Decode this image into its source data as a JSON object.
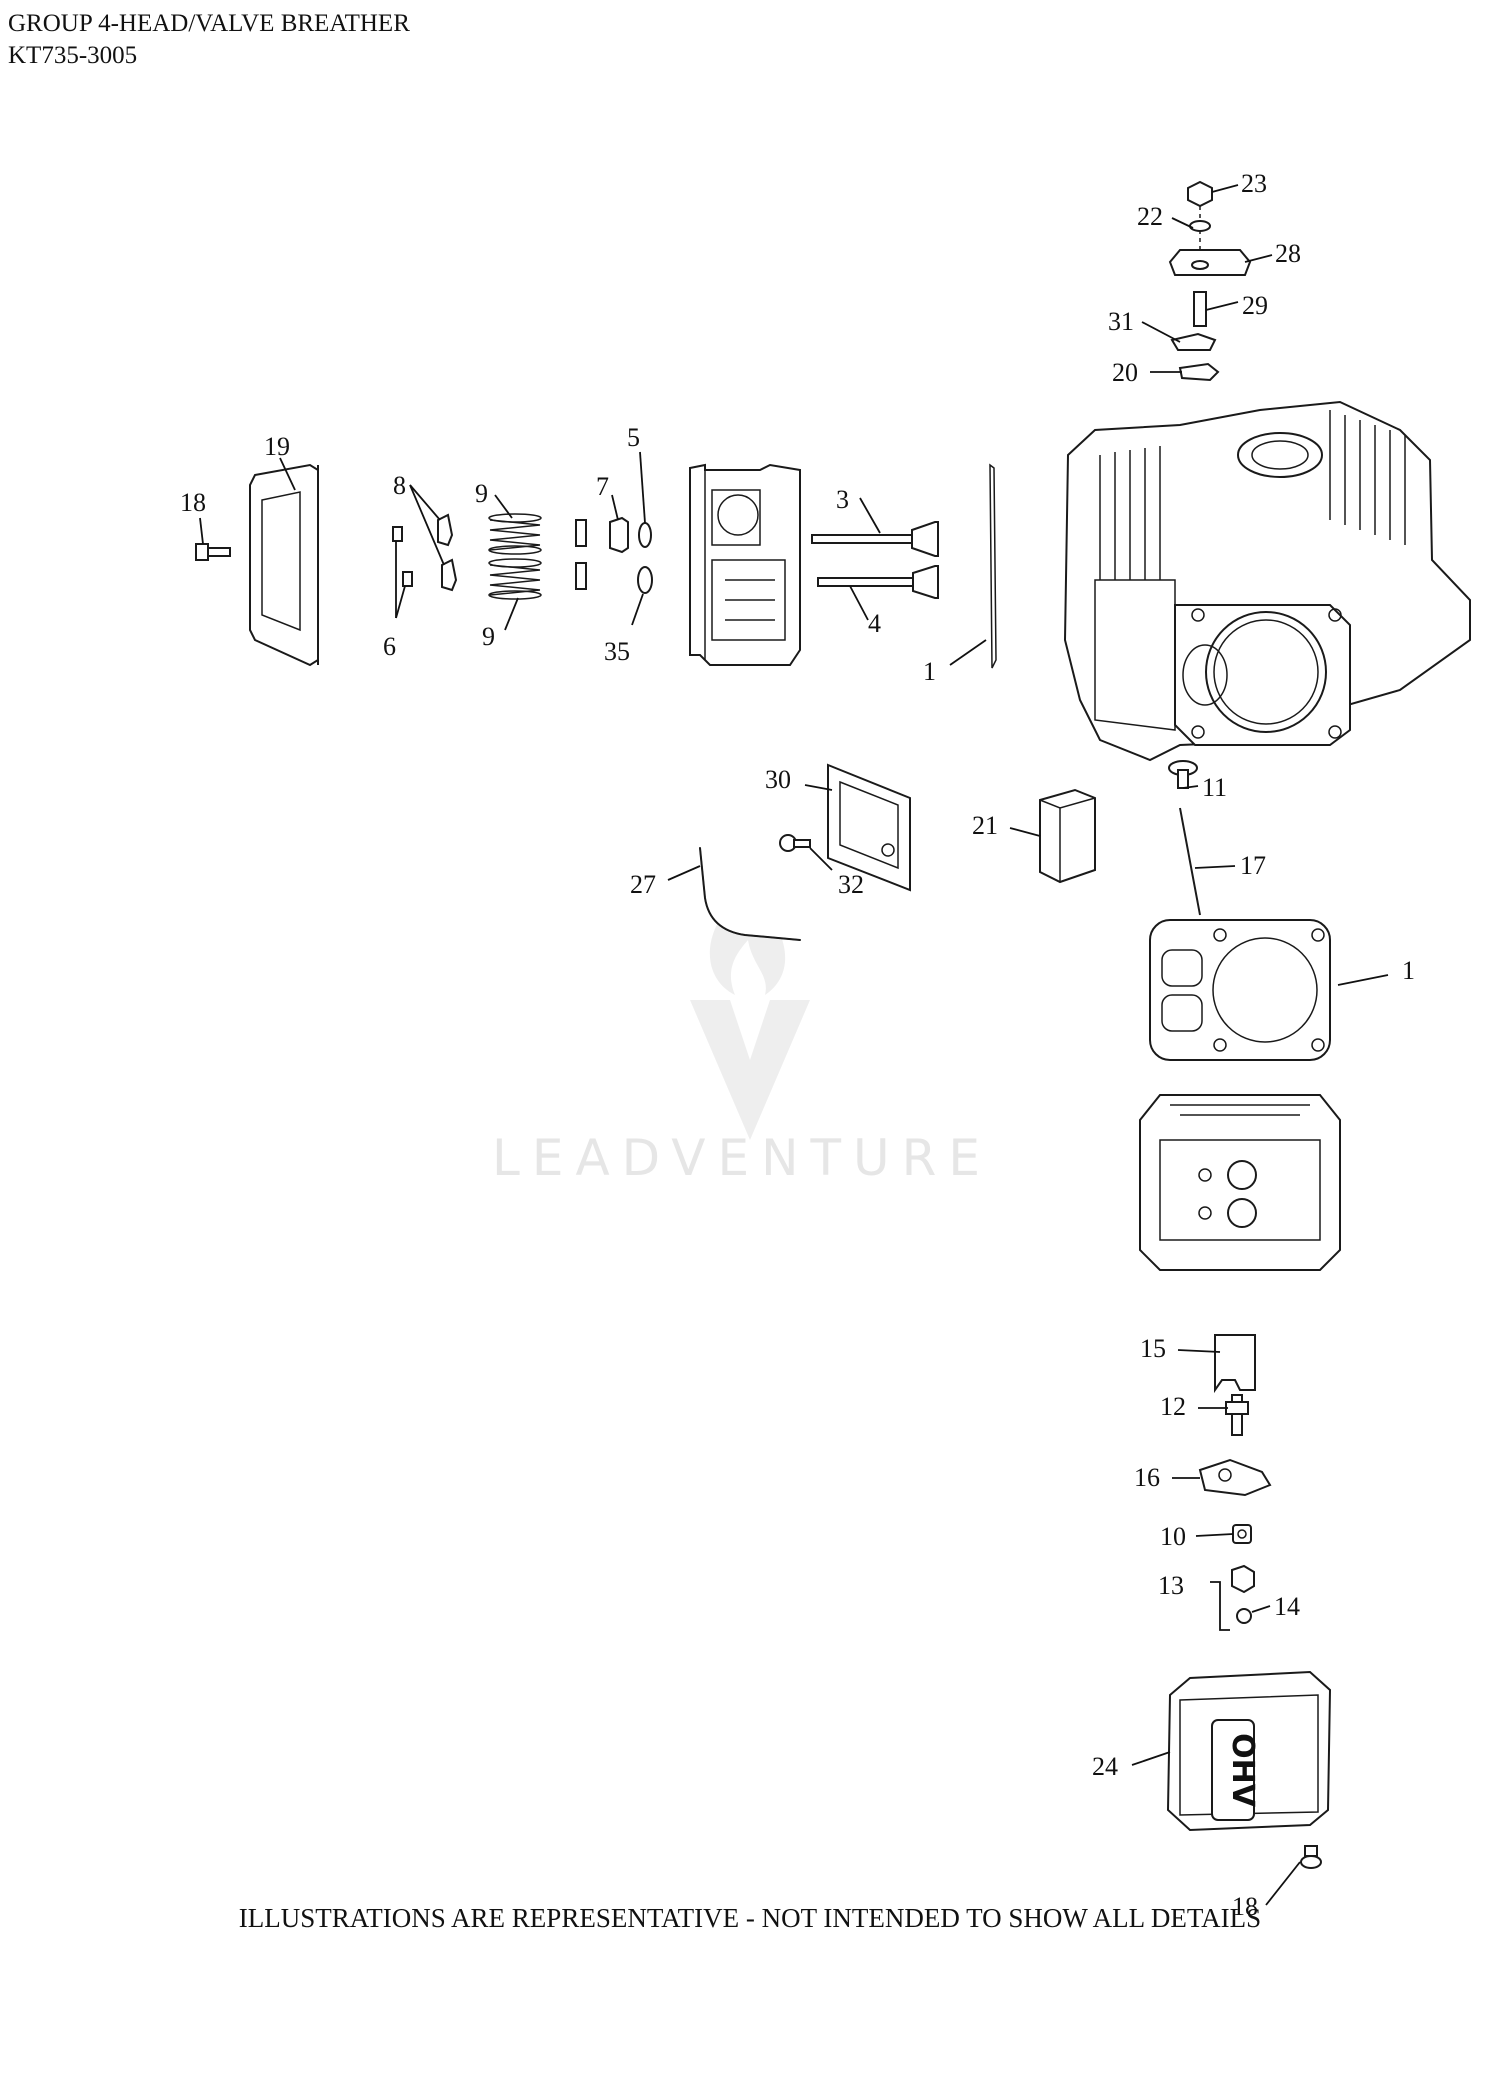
{
  "header": {
    "title": "GROUP 4-HEAD/VALVE BREATHER",
    "model": "KT735-3005"
  },
  "footer": {
    "note": "ILLUSTRATIONS ARE REPRESENTATIVE - NOT INTENDED TO SHOW ALL DETAILS"
  },
  "watermark": {
    "text": "LEADVENTURE"
  },
  "callouts": {
    "c23": "23",
    "c22": "22",
    "c28": "28",
    "c29": "29",
    "c31": "31",
    "c20": "20",
    "c19": "19",
    "c18a": "18",
    "c8": "8",
    "c9a": "9",
    "c9b": "9",
    "c6": "6",
    "c7": "7",
    "c5": "5",
    "c35": "35",
    "c3": "3",
    "c4": "4",
    "c1a": "1",
    "c11": "11",
    "c30": "30",
    "c21": "21",
    "c17": "17",
    "c27": "27",
    "c32": "32",
    "c1b": "1",
    "c15": "15",
    "c12": "12",
    "c16": "16",
    "c10": "10",
    "c13": "13",
    "c14": "14",
    "c24": "24",
    "c18b": "18"
  },
  "cover_embossing": "OHV"
}
